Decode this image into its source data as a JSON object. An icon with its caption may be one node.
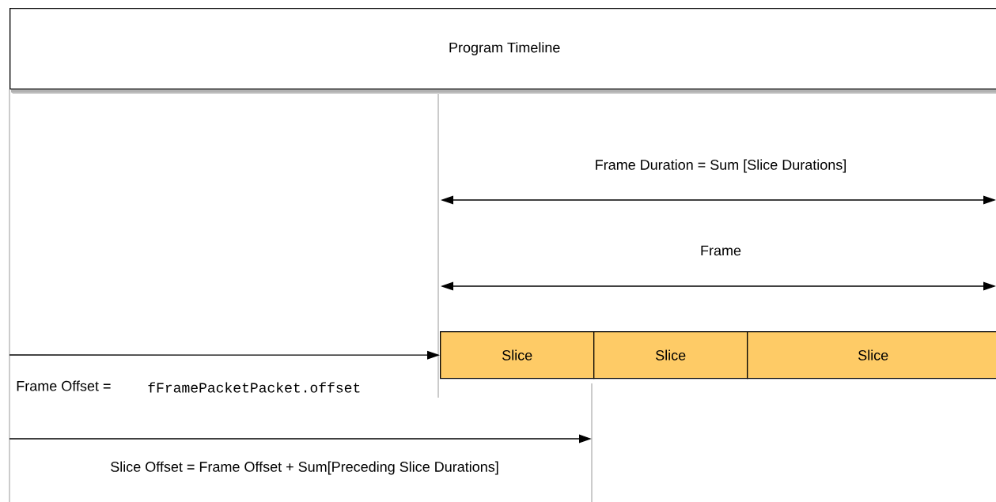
{
  "diagram": {
    "nodes": [
      {
        "text": [
          "Program Timeline"
        ]
      },
      {
        "text": [
          "Slice"
        ]
      },
      {
        "text": [
          "Slice"
        ]
      },
      {
        "text": [
          "Slice"
        ]
      }
    ],
    "edges": [
      {
        "from": null,
        "to": 1,
        "arrow": "to"
      }
    ],
    "labels": [
      "Frame Duration = Sum [Slice Durations]",
      "Frame",
      "Frame Offset =",
      "fFramePacketPacket.offset",
      "Slice Offset = Frame Offset + Sum[Preceding Slice Durations]"
    ]
  }
}
